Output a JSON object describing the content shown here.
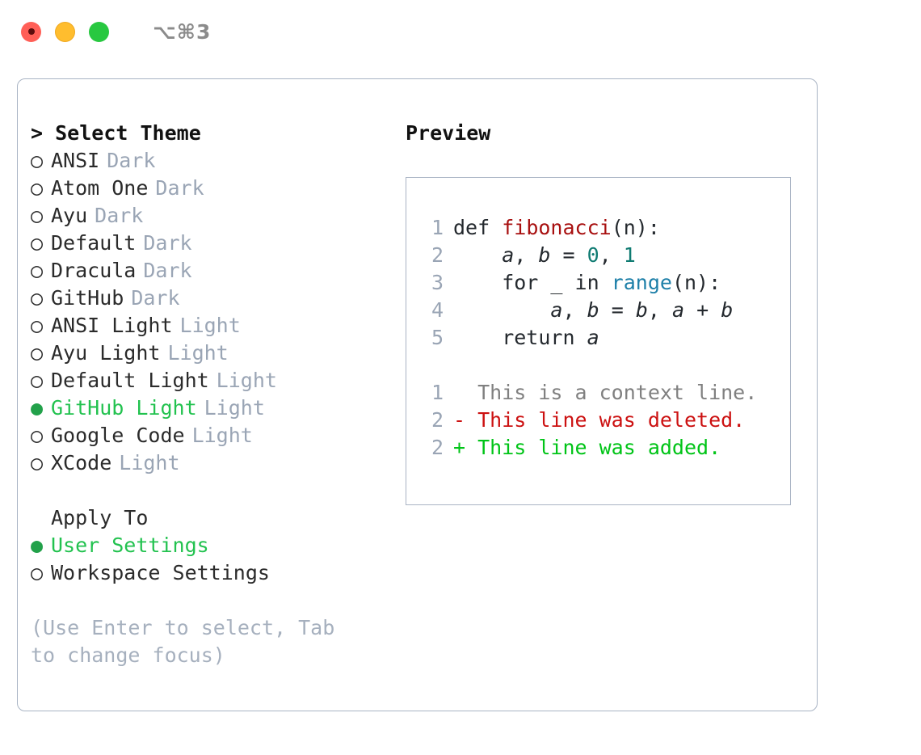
{
  "titlebar": {
    "shortcut": "⌥⌘3",
    "buttons": [
      {
        "name": "close",
        "color": "#ff5f57"
      },
      {
        "name": "minimize",
        "color": "#ffbd2e"
      },
      {
        "name": "maximize",
        "color": "#28c840"
      }
    ]
  },
  "theme_panel": {
    "heading": "Select Theme",
    "heading_marker": ">",
    "markers": {
      "selected": "●",
      "unselected": "○"
    },
    "items": [
      {
        "marker": "○",
        "label": "ANSI",
        "tag": "Dark",
        "selected": false
      },
      {
        "marker": "○",
        "label": "Atom One",
        "tag": "Dark",
        "selected": false
      },
      {
        "marker": "○",
        "label": "Ayu",
        "tag": "Dark",
        "selected": false
      },
      {
        "marker": "○",
        "label": "Default",
        "tag": "Dark",
        "selected": false
      },
      {
        "marker": "○",
        "label": "Dracula",
        "tag": "Dark",
        "selected": false
      },
      {
        "marker": "○",
        "label": "GitHub",
        "tag": "Dark",
        "selected": false
      },
      {
        "marker": "○",
        "label": "ANSI Light",
        "tag": "Light",
        "selected": false
      },
      {
        "marker": "○",
        "label": "Ayu Light",
        "tag": "Light",
        "selected": false
      },
      {
        "marker": "○",
        "label": "Default Light",
        "tag": "Light",
        "selected": false
      },
      {
        "marker": "●",
        "label": "GitHub Light",
        "tag": "Light",
        "selected": true
      },
      {
        "marker": "○",
        "label": "Google Code",
        "tag": "Light",
        "selected": false
      },
      {
        "marker": "○",
        "label": "XCode",
        "tag": "Light",
        "selected": false
      }
    ]
  },
  "apply_to": {
    "heading": "Apply To",
    "items": [
      {
        "marker": "●",
        "label": "User Settings",
        "selected": true
      },
      {
        "marker": "○",
        "label": "Workspace Settings",
        "selected": false
      }
    ]
  },
  "hint": "(Use Enter to select, Tab to change focus)",
  "preview": {
    "title": "Preview",
    "code_lines": [
      {
        "lineno": "1",
        "tokens": [
          {
            "text": "def ",
            "style": "plain"
          },
          {
            "text": "fibonacci",
            "style": "fn"
          },
          {
            "text": "(n):",
            "style": "plain"
          }
        ]
      },
      {
        "lineno": "2",
        "tokens": [
          {
            "text": "    ",
            "style": "plain"
          },
          {
            "text": "a",
            "style": "var"
          },
          {
            "text": ", ",
            "style": "plain"
          },
          {
            "text": "b",
            "style": "var"
          },
          {
            "text": " = ",
            "style": "plain"
          },
          {
            "text": "0",
            "style": "num"
          },
          {
            "text": ", ",
            "style": "plain"
          },
          {
            "text": "1",
            "style": "num"
          }
        ]
      },
      {
        "lineno": "3",
        "tokens": [
          {
            "text": "    for _ in ",
            "style": "plain"
          },
          {
            "text": "range",
            "style": "call"
          },
          {
            "text": "(n):",
            "style": "plain"
          }
        ]
      },
      {
        "lineno": "4",
        "tokens": [
          {
            "text": "        ",
            "style": "plain"
          },
          {
            "text": "a",
            "style": "var"
          },
          {
            "text": ", ",
            "style": "plain"
          },
          {
            "text": "b",
            "style": "var"
          },
          {
            "text": " = ",
            "style": "plain"
          },
          {
            "text": "b",
            "style": "var"
          },
          {
            "text": ", ",
            "style": "plain"
          },
          {
            "text": "a",
            "style": "var"
          },
          {
            "text": " + ",
            "style": "plain"
          },
          {
            "text": "b",
            "style": "var"
          }
        ]
      },
      {
        "lineno": "5",
        "tokens": [
          {
            "text": "    return ",
            "style": "plain"
          },
          {
            "text": "a",
            "style": "var"
          }
        ]
      }
    ],
    "diff_lines": [
      {
        "lineno": "1",
        "sign": "  ",
        "text": "This is a context line.",
        "kind": "ctx"
      },
      {
        "lineno": "2",
        "sign": "- ",
        "text": "This line was deleted.",
        "kind": "del"
      },
      {
        "lineno": "2",
        "sign": "+ ",
        "text": "This line was added.",
        "kind": "add"
      }
    ]
  },
  "colors": {
    "accent_green": "#22c24f",
    "muted": "#9aa5b5",
    "border": "#a9b4c4",
    "diff_add": "#00c417",
    "diff_del": "#cc1111",
    "syntax_fn": "#a81010",
    "syntax_num": "#0f7b72",
    "syntax_call": "#1d7fa8"
  }
}
